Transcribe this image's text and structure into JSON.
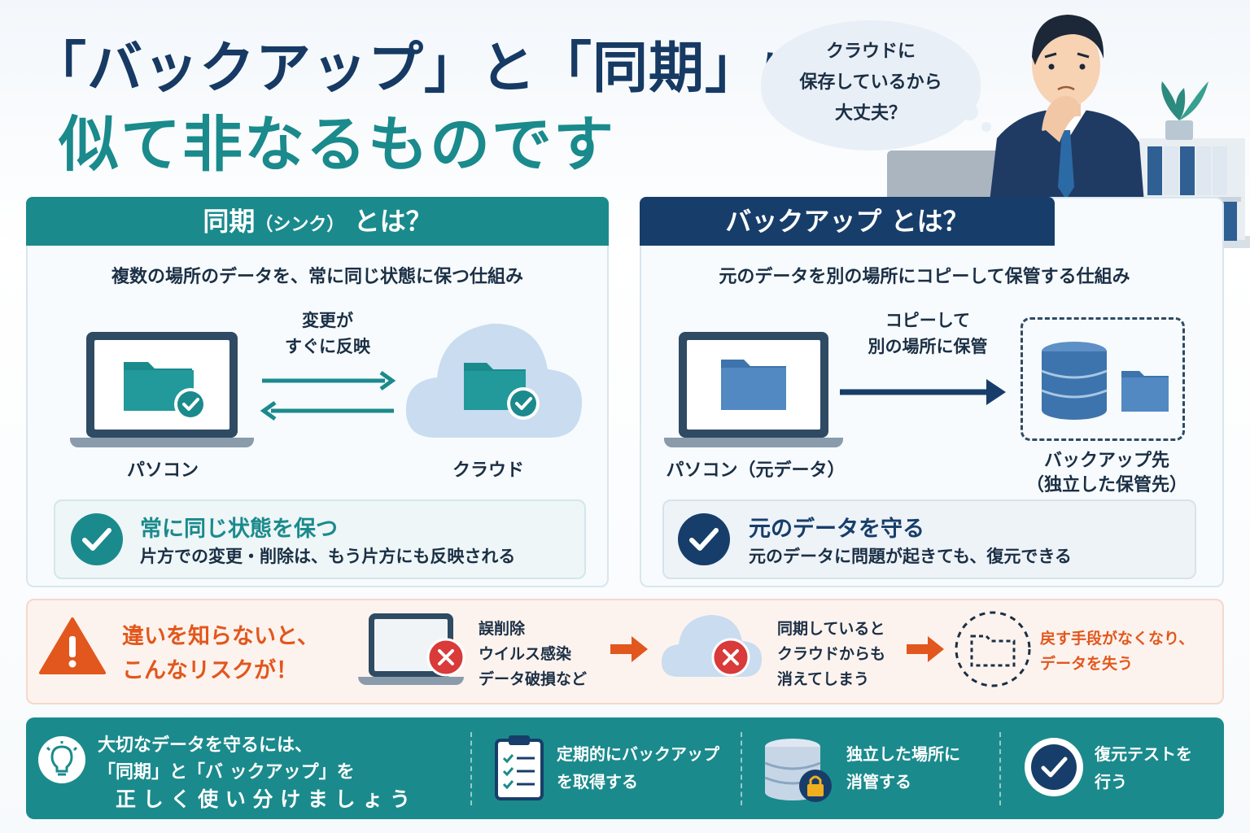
{
  "title": {
    "line1_part1": "「バックアップ」と「同期」",
    "line1_part2": "は、",
    "line2": "似て非なるものです"
  },
  "bubble": {
    "line1": "クラウドに",
    "line2": "保存しているから",
    "line3": "大丈夫？"
  },
  "sync": {
    "heading_main": "同期",
    "heading_paren": "（シンク）",
    "heading_tail": "とは？",
    "subtitle": "複数の場所のデータを、常に同じ状態に保つ仕組み",
    "arrow_label_line1": "変更が",
    "arrow_label_line2": "すぐに反映",
    "left_label": "パソコン",
    "right_label": "クラウド",
    "summary_title": "常に同じ状態を保つ",
    "summary_desc": "片方での変更・削除は、もう片方にも反映される"
  },
  "backup": {
    "heading": "バックアップ とは？",
    "subtitle": "元のデータを別の場所にコピーして保管する仕組み",
    "arrow_label_line1": "コピーして",
    "arrow_label_line2": "別の場所に保管",
    "left_label": "パソコン（元データ）",
    "right_label_line1": "バックアップ先",
    "right_label_line2": "（独立した保管先）",
    "summary_title": "元のデータを守る",
    "summary_desc": "元のデータに問題が起きても、復元できる"
  },
  "risk": {
    "title_line1": "違いを知らないと、",
    "title_line2": "こんなリスクが！",
    "cause_line1": "誤削除",
    "cause_line2": "ウイルス感染",
    "cause_line3": "データ破損など",
    "effect_line1": "同期していると",
    "effect_line2": "クラウドからも",
    "effect_line3": "消えてしまう",
    "result_line1": "戻す手段がなくなり、",
    "result_line2": "データを失う"
  },
  "tips": {
    "intro_line1": "大切なデータを守るには、",
    "intro_line2": "「同期」と「バ ックアップ」を",
    "intro_line3": "正 し く 使 い 分 け ま し ょ う",
    "tip1_line1": "定期的にバックアップ",
    "tip1_line2": "を取得する",
    "tip2_line1": "独立した場所に",
    "tip2_line2": "消管する",
    "tip3_line1": "復元テストを",
    "tip3_line2": "行う"
  },
  "icons": {
    "folder": "folder-icon",
    "check": "check-icon",
    "cloud": "cloud-icon",
    "database": "database-icon",
    "warning": "warning-icon",
    "error": "x-circle-icon",
    "lightbulb": "lightbulb-icon",
    "clipboard": "clipboard-icon",
    "lock": "lock-icon"
  },
  "colors": {
    "teal": "#1b8a8c",
    "navy": "#173e6a",
    "orange": "#e2571d",
    "red": "#d93a3a"
  }
}
